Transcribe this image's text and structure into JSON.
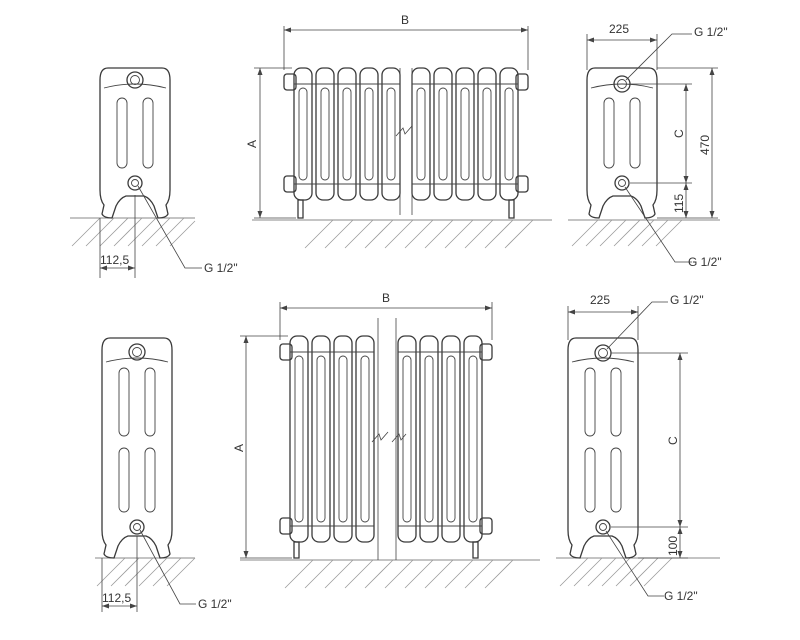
{
  "colors": {
    "line": "#3a3a3a",
    "background": "#ffffff"
  },
  "views": {
    "top": {
      "side_left": {
        "width_dim": "112,5",
        "connection": "G 1/2\""
      },
      "front": {
        "length_dim": "B",
        "height_dim": "A"
      },
      "side_right": {
        "width_dim": "225",
        "connection_top": "G 1/2\"",
        "axis_dim": "C",
        "total_height": "470",
        "bottom_offset": "115",
        "connection_bottom": "G 1/2\""
      }
    },
    "bottom": {
      "side_left": {
        "width_dim": "112,5",
        "connection": "G 1/2\""
      },
      "front": {
        "length_dim": "B",
        "height_dim": "A"
      },
      "side_right": {
        "width_dim": "225",
        "connection_top": "G 1/2\"",
        "axis_dim": "C",
        "bottom_offset": "100",
        "connection_bottom": "G 1/2\""
      }
    }
  }
}
